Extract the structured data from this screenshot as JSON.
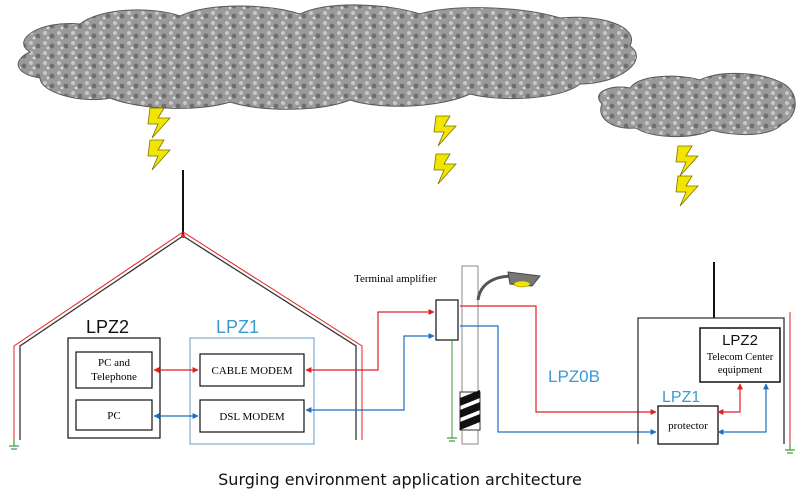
{
  "caption": "Surging environment application architecture",
  "labels": {
    "terminal_amplifier": "Terminal amplifier",
    "lpz0b": "LPZ0B"
  },
  "house": {
    "zone_outer": "LPZ2",
    "zone_inner": "LPZ1",
    "devices": {
      "pc_tel_line1": "PC and",
      "pc_tel_line2": "Telephone",
      "pc": "PC",
      "cable_modem": "CABLE MODEM",
      "dsl_modem": "DSL MODEM"
    }
  },
  "telecom": {
    "zone_lpz2": "LPZ2",
    "center_line1": "Telecom Center",
    "center_line2": "equipment",
    "zone_lpz1": "LPZ1",
    "protector": "protector"
  },
  "colors": {
    "power_line": "#e02020",
    "signal_line": "#1f6fc0",
    "lpz1_box": "#8ab4d6",
    "lpz_label": "#3a9ad0",
    "lightning": "#f2e600",
    "ground": "#3a9a3a"
  },
  "icons": [
    "cloud-icon",
    "lightning-bolt-icon",
    "street-lamp-icon",
    "ground-symbol-icon",
    "antenna-icon"
  ]
}
